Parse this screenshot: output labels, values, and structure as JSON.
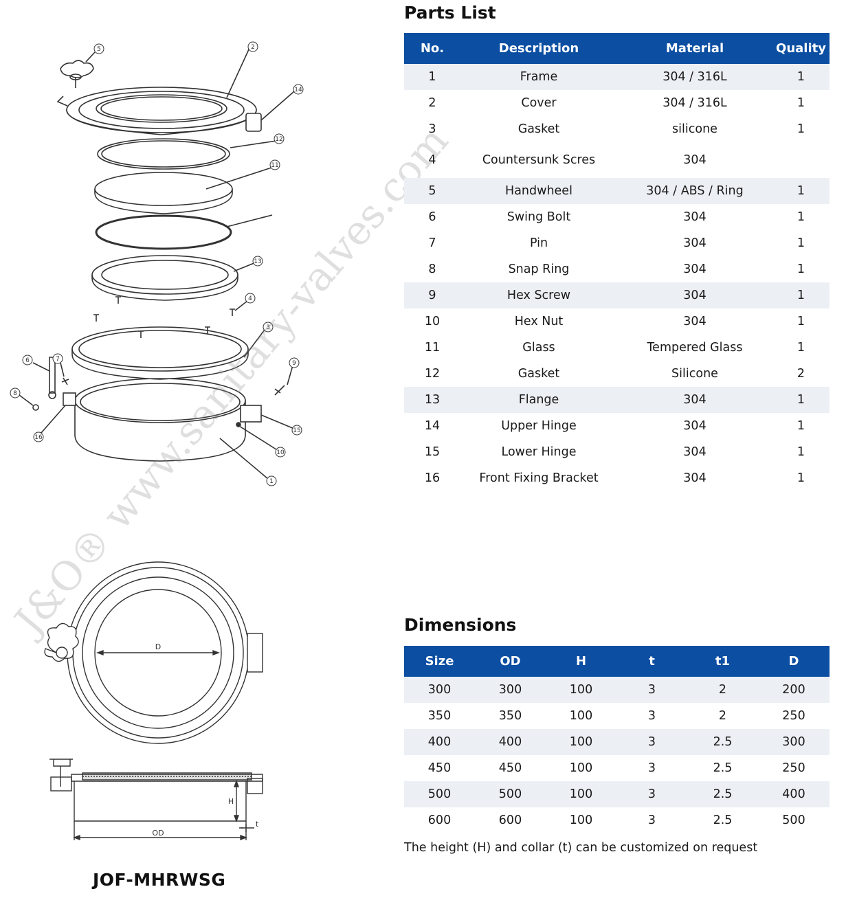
{
  "model": "JOF-MHRWSG",
  "watermark": "J&O® www.sanitary-valves.com",
  "accent_color": "#0b4ea2",
  "drawing_labels": {
    "diameter": "D",
    "outer_diameter": "OD",
    "height": "H",
    "thickness": "t"
  },
  "part_callouts": [
    "1",
    "2",
    "3",
    "4",
    "5",
    "6",
    "7",
    "8",
    "9",
    "10",
    "11",
    "12",
    "13",
    "14",
    "15",
    "16"
  ],
  "parts_list": {
    "title": "Parts List",
    "headers": [
      "No.",
      "Description",
      "Material",
      "Quality"
    ],
    "rows": [
      [
        "1",
        "Frame",
        "304 / 316L",
        "1"
      ],
      [
        "2",
        "Cover",
        "304 / 316L",
        "1"
      ],
      [
        "3",
        "Gasket",
        "silicone",
        "1"
      ],
      [
        "4",
        "Countersunk Scres",
        "304",
        ""
      ],
      [
        "5",
        "Handwheel",
        "304 / ABS / Ring",
        "1"
      ],
      [
        "6",
        "Swing Bolt",
        "304",
        "1"
      ],
      [
        "7",
        "Pin",
        "304",
        "1"
      ],
      [
        "8",
        "Snap Ring",
        "304",
        "1"
      ],
      [
        "9",
        "Hex Screw",
        "304",
        "1"
      ],
      [
        "10",
        "Hex Nut",
        "304",
        "1"
      ],
      [
        "11",
        "Glass",
        "Tempered Glass",
        "1"
      ],
      [
        "12",
        "Gasket",
        "Silicone",
        "2"
      ],
      [
        "13",
        "Flange",
        "304",
        "1"
      ],
      [
        "14",
        "Upper Hinge",
        "304",
        "1"
      ],
      [
        "15",
        "Lower Hinge",
        "304",
        "1"
      ],
      [
        "16",
        "Front Fixing Bracket",
        "304",
        "1"
      ]
    ]
  },
  "dimensions": {
    "title": "Dimensions",
    "headers": [
      "Size",
      "OD",
      "H",
      "t",
      "t1",
      "D"
    ],
    "rows": [
      [
        "300",
        "300",
        "100",
        "3",
        "2",
        "200"
      ],
      [
        "350",
        "350",
        "100",
        "3",
        "2",
        "250"
      ],
      [
        "400",
        "400",
        "100",
        "3",
        "2.5",
        "300"
      ],
      [
        "450",
        "450",
        "100",
        "3",
        "2.5",
        "250"
      ],
      [
        "500",
        "500",
        "100",
        "3",
        "2.5",
        "400"
      ],
      [
        "600",
        "600",
        "100",
        "3",
        "2.5",
        "500"
      ]
    ],
    "note": "The height (H) and collar (t) can be customized on request"
  }
}
